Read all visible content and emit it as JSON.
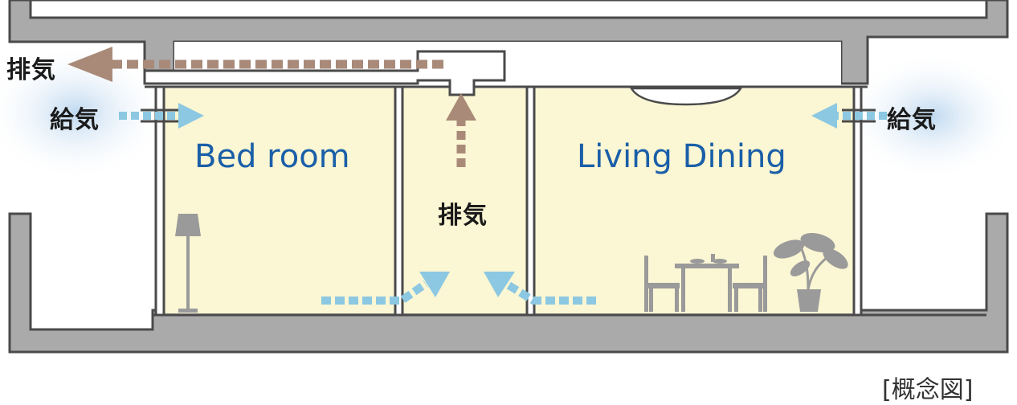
{
  "labels": {
    "exhaust": "排気",
    "supply": "給気",
    "bedroom": "Bed room",
    "living": "Living Dining",
    "note": "[概念図]"
  },
  "colors": {
    "wall": "#aaaaaa",
    "wall_edge": "#4a4a4a",
    "room": "#fbf6d3",
    "room_text": "#1a5fa8",
    "exhaust_arrow": "#a98a78",
    "supply_arrow": "#8cc8e2",
    "furniture": "#9a9a9a"
  },
  "icons": [
    "floor-lamp-icon",
    "dining-chair-icon",
    "dining-table-icon",
    "potted-plant-icon",
    "ceiling-light-icon"
  ]
}
